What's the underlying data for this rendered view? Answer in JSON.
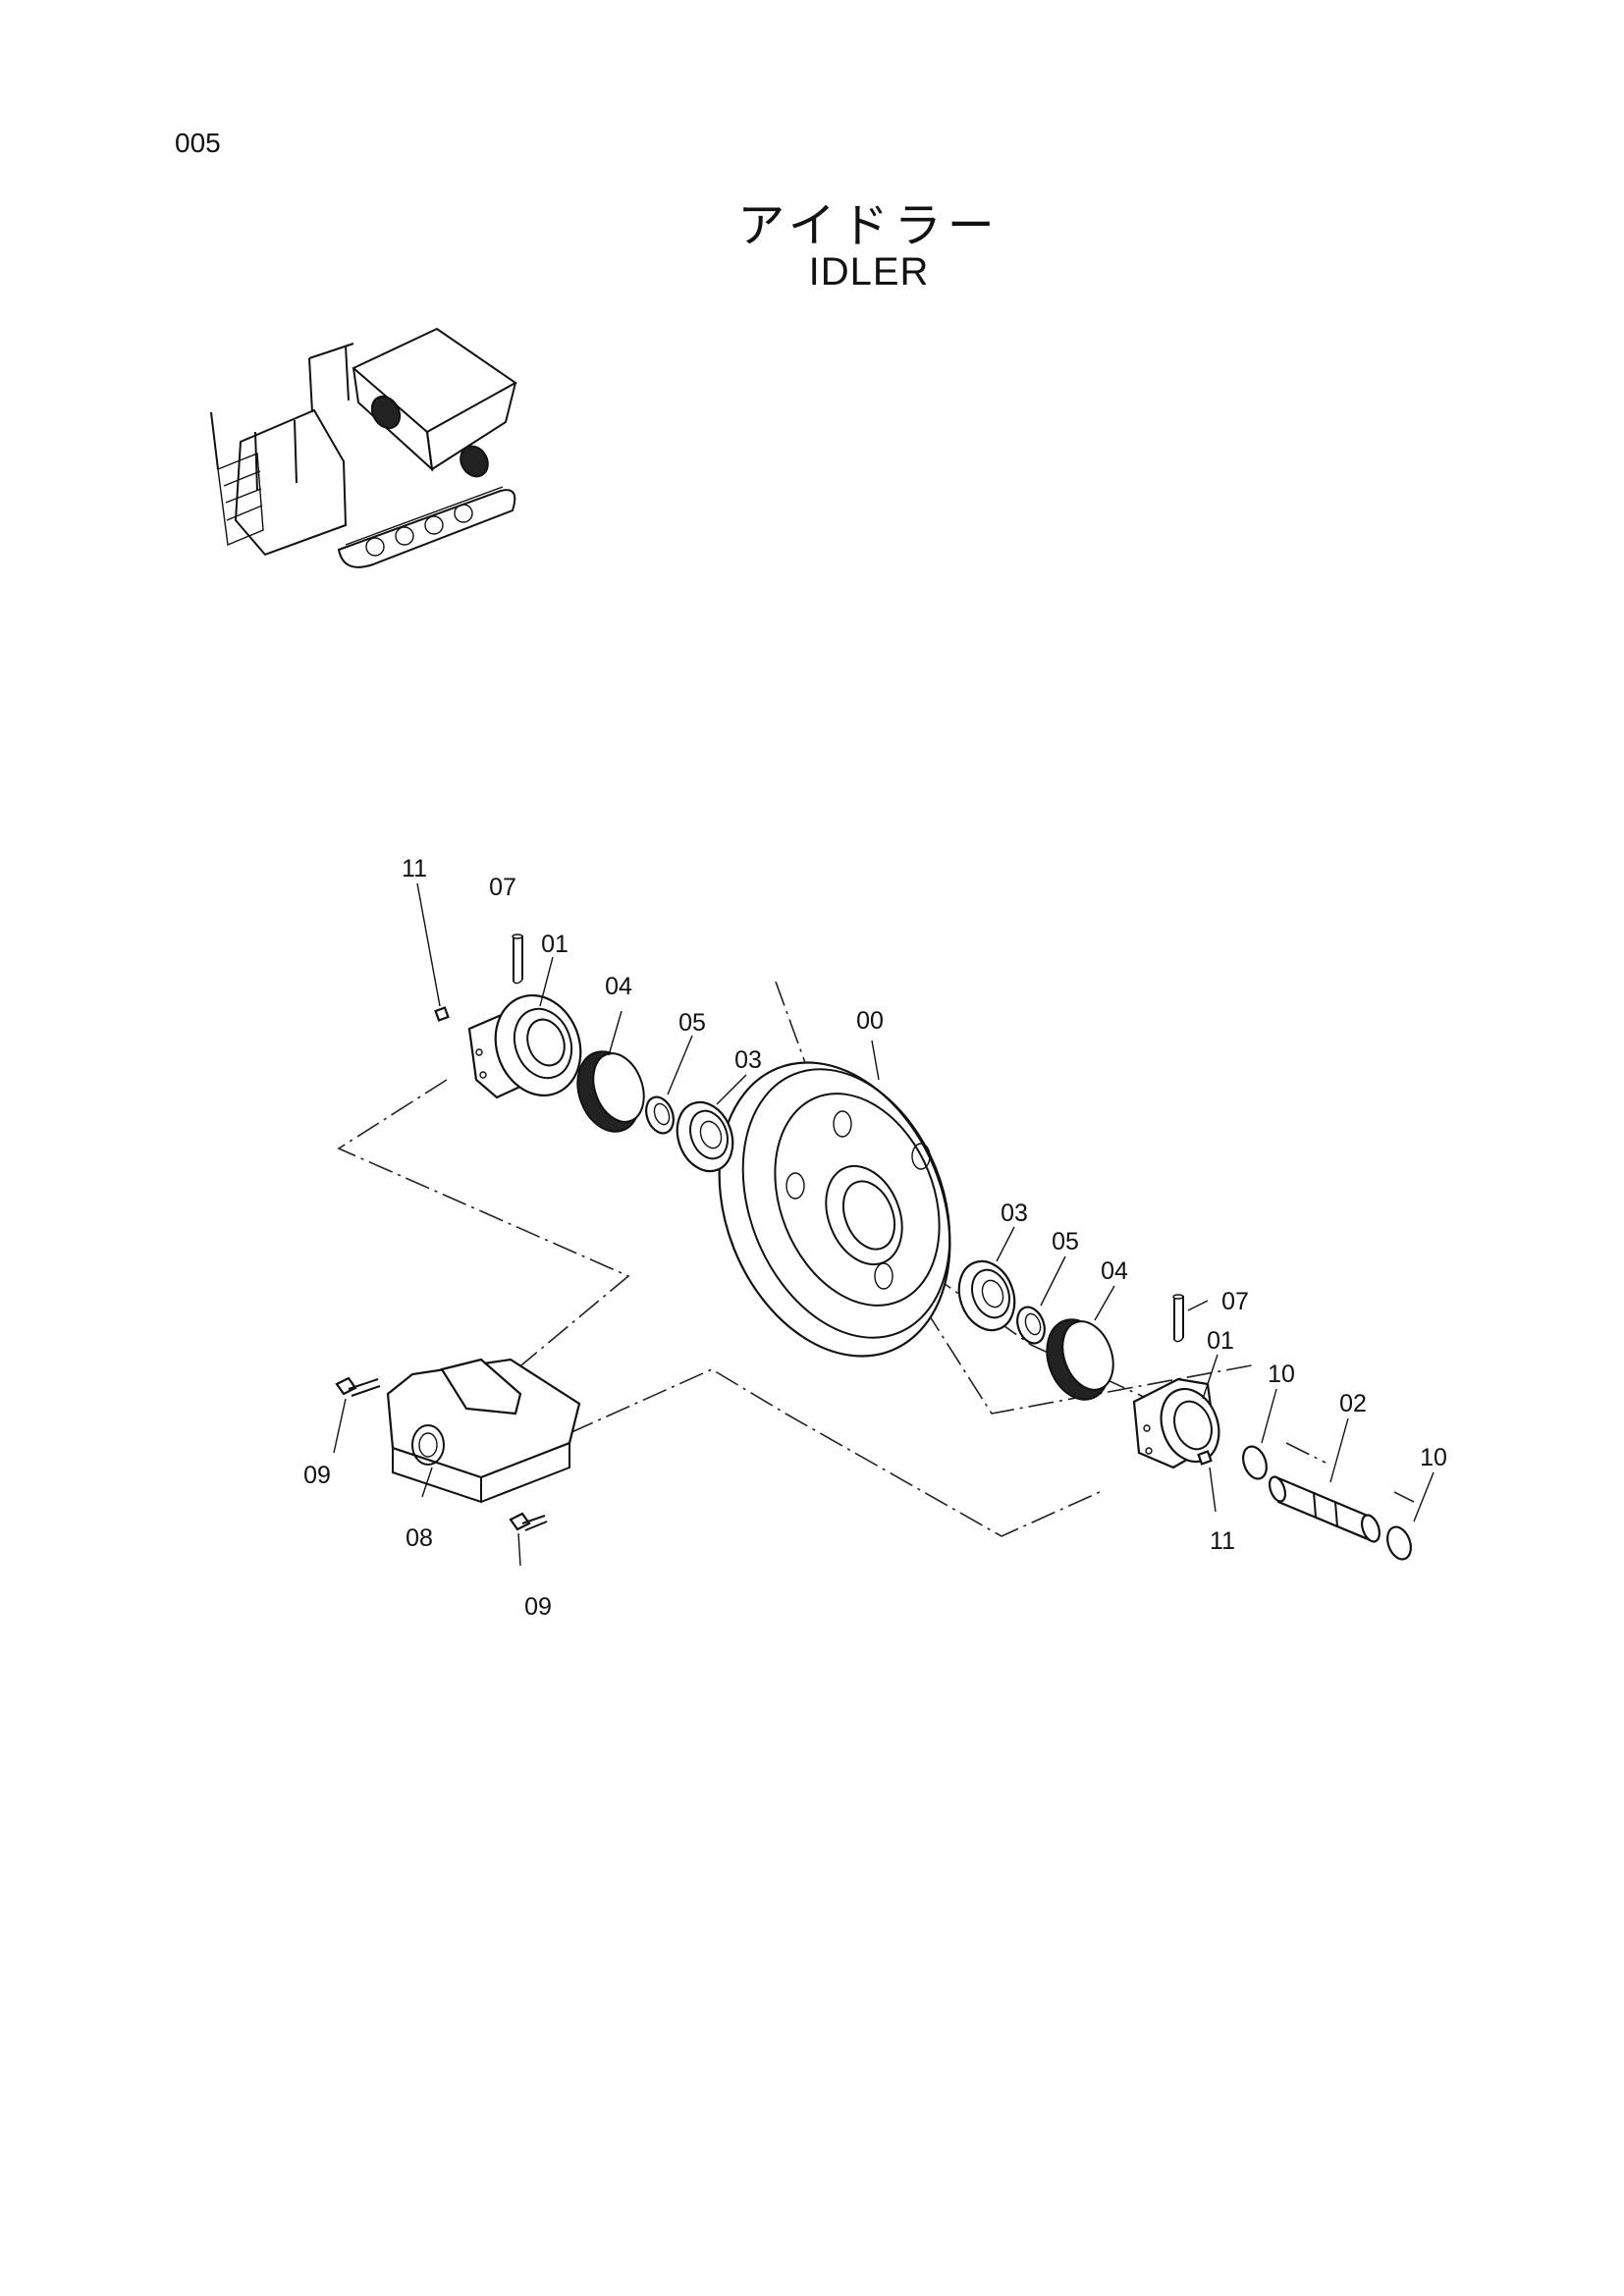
{
  "page_number": "005",
  "title_jp": "アイドラー",
  "title_en": "IDLER",
  "part_labels": {
    "idler_wheel": "00",
    "bracket_left": "01",
    "bracket_right": "01",
    "shaft": "02",
    "bearing_left": "03",
    "bearing_right": "03",
    "seal_left": "04",
    "seal_right": "04",
    "washer_left": "05",
    "washer_right": "05",
    "pin_left": "07",
    "pin_right": "07",
    "yoke": "08",
    "bolt_upper": "09",
    "bolt_lower": "09",
    "oring_left": "10",
    "oring_right": "10",
    "plug_left": "11",
    "plug_right": "11"
  }
}
